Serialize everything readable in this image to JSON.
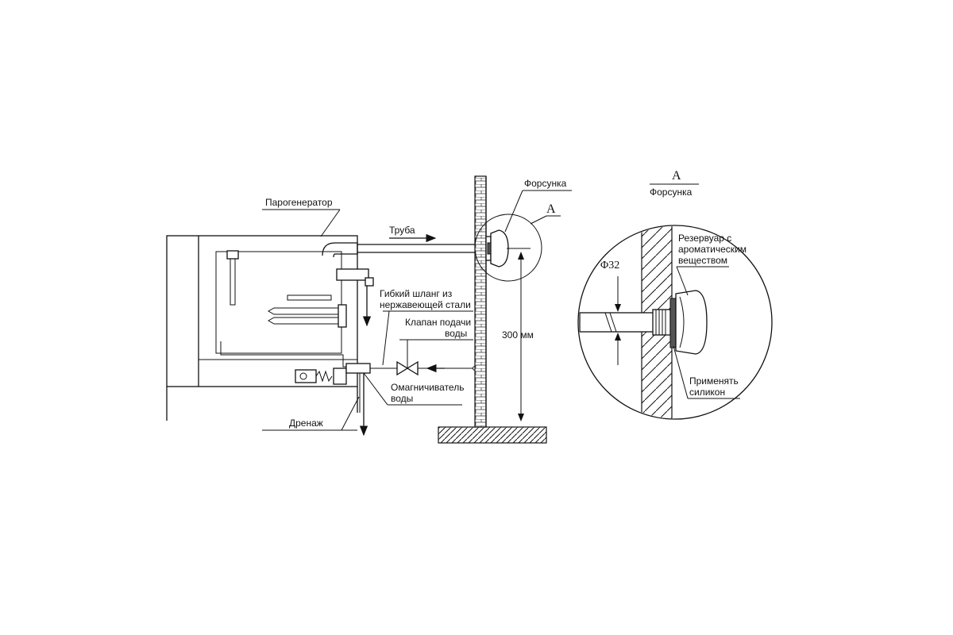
{
  "labels": {
    "steam_generator": "Парогенератор",
    "pipe": "Труба",
    "nozzle": "Форсунка",
    "marker_a": "A",
    "hose_line1": "Гибкий шланг из",
    "hose_line2": "нержавеющей стали",
    "valve_line1": "Клапан подачи",
    "valve_line2": "воды",
    "height": "300 мм",
    "softener_line1": "Омагничиватель",
    "softener_line2": "воды",
    "drain": "Дренаж"
  },
  "detail": {
    "title": "A",
    "subtitle": "Форсунка",
    "diameter": "Φ32",
    "reservoir_line1": "Резервуар с",
    "reservoir_line2": "ароматическим",
    "reservoir_line3": "веществом",
    "silicone_line1": "Применять",
    "silicone_line2": "силикон"
  }
}
